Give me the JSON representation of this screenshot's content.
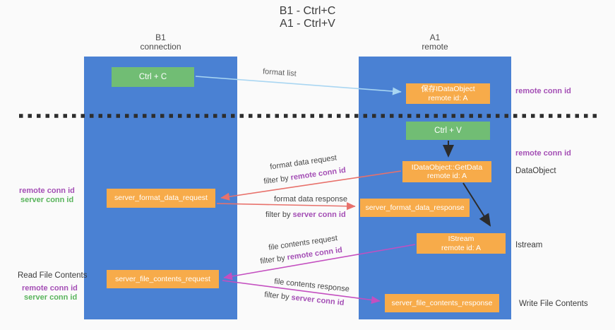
{
  "title": {
    "line1": "B1 - Ctrl+C",
    "line2": "A1 - Ctrl+V"
  },
  "lanes": {
    "left": {
      "name": "B1",
      "role": "connection"
    },
    "right": {
      "name": "A1",
      "role": "remote"
    }
  },
  "nodes": {
    "ctrl_c": {
      "label": "Ctrl + C"
    },
    "save_dataobject": {
      "line1": "保存IDataObject",
      "line2": "remote id: A"
    },
    "ctrl_v": {
      "label": "Ctrl + V"
    },
    "getdata": {
      "line1": "IDataObject::GetData",
      "line2": "remote id: A"
    },
    "istream": {
      "line1": "IStream",
      "line2": "remote id: A"
    },
    "format_request": {
      "label": "server_format_data_request"
    },
    "format_response": {
      "label": "server_format_data_response"
    },
    "file_request": {
      "label": "server_file_contents_request"
    },
    "file_response": {
      "label": "server_file_contents_response"
    }
  },
  "edges": {
    "format_list": {
      "label": "format list"
    },
    "format_data_request": {
      "label": "format data request",
      "filter_prefix": "filter by",
      "filter_key": "remote conn id"
    },
    "format_data_response": {
      "label": "format data response",
      "filter_prefix": "filter by",
      "filter_key": "server conn id"
    },
    "file_contents_request": {
      "label": "file contents request",
      "filter_prefix": "filter by",
      "filter_key": "remote conn id"
    },
    "file_contents_response": {
      "label": "file contents response",
      "filter_prefix": "filter by",
      "filter_key": "server conn id"
    }
  },
  "annotations": {
    "right_remote_conn_top": "remote conn id",
    "right_remote_conn_mid": "remote conn id",
    "dataobject": "DataObject",
    "istream": "Istream",
    "write_file_contents": "Write File Contents",
    "left_remote_conn_mid": "remote conn id",
    "left_server_conn_mid": "server conn id",
    "read_file_contents": "Read File Contents",
    "left_remote_conn_bottom": "remote conn id",
    "left_server_conn_bottom": "server conn id"
  },
  "colors": {
    "lane_blue": "#4a81d3",
    "box_orange": "#f7ab4a",
    "box_green": "#71bd74",
    "arrow_light_blue": "#a9d6f2",
    "arrow_red": "#e8716b",
    "arrow_magenta": "#c44fc0",
    "arrow_black": "#2b2b2b",
    "text_purple": "#a44fb5",
    "text_green": "#59b45c"
  }
}
